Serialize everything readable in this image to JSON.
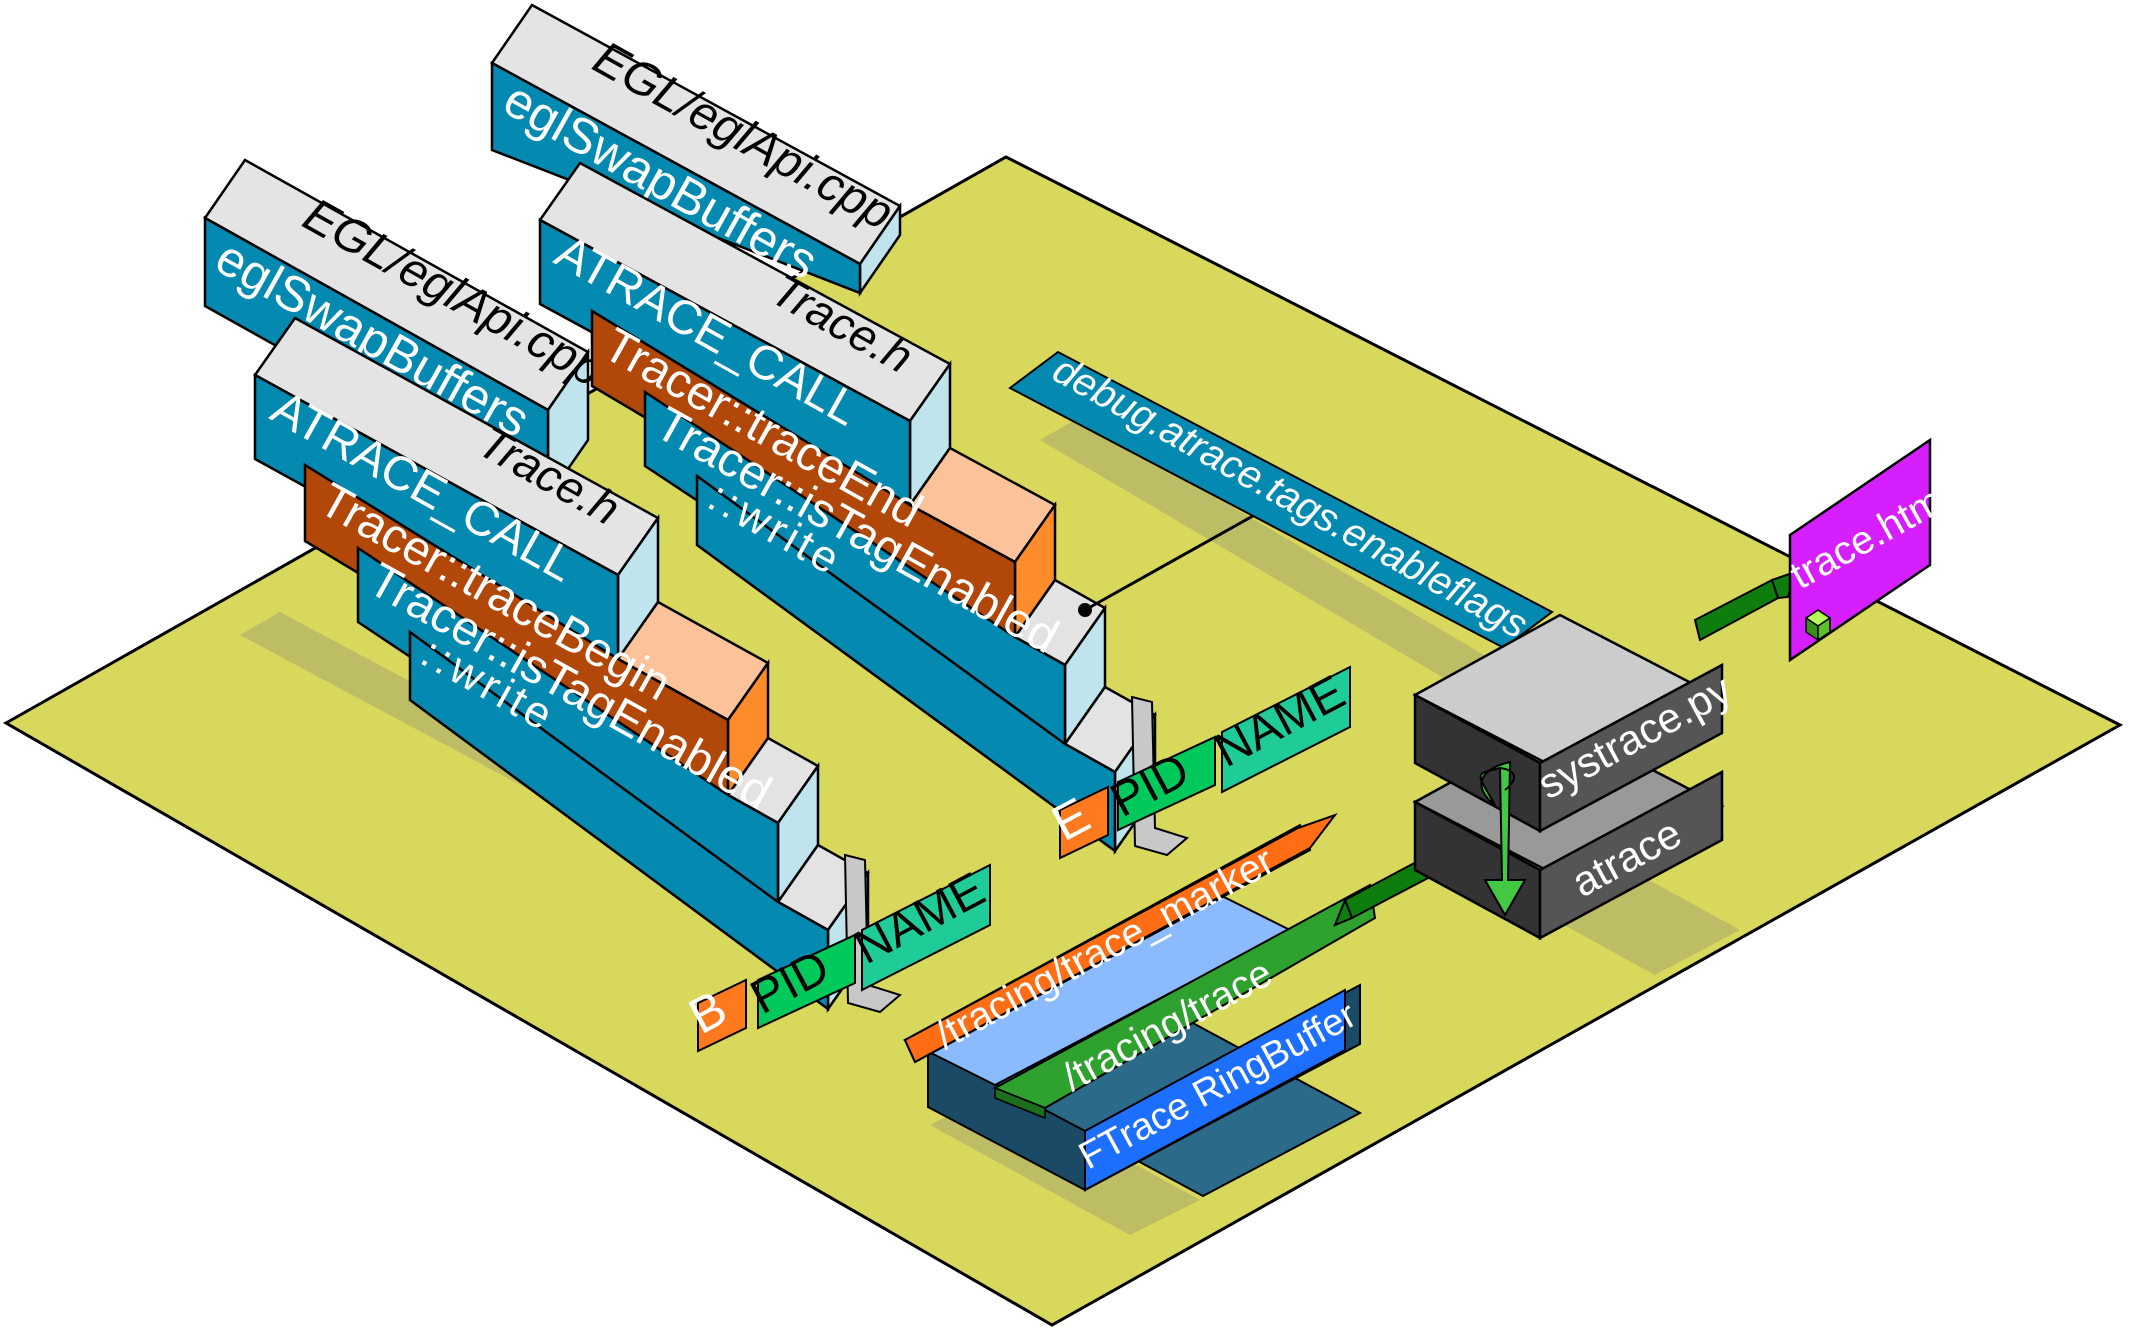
{
  "colors": {
    "floor": "#d8d85c",
    "floor_stroke": "#000000",
    "shadow": "#b4b46a",
    "frame_blue": "#0489b0",
    "frame_blue_side": "#0a5f79",
    "frame_blue_light": "#bfe4ee",
    "file_grey": "#e4e4e4",
    "file_grey_light": "#ffffff",
    "call_brown": "#b14708",
    "call_orange": "#ff8c2a",
    "call_peach": "#fcc39b",
    "step_grey": "#e3e3e3",
    "tag_orange": "#ff7a1e",
    "tag_green": "#00c95c",
    "tag_teal": "#1fcc98",
    "marker_orange": "#ff6d14",
    "trace_green": "#2fa12f",
    "ring_blue": "#1d70ff",
    "ring_light": "#8bbaff",
    "ring_dark": "#1a4a66",
    "tool_top": "#cccccc",
    "tool_front": "#555555",
    "tool_side": "#333333",
    "html_magenta": "#d51fff",
    "arrow_green": "#0e7d0e",
    "arrow_green_light": "#43c843"
  },
  "stack_left": {
    "file": "EGL/eglApi.cpp",
    "function": "eglSwapBuffers",
    "header": "Trace.h",
    "macro": "ATRACE_CALL",
    "method": "Tracer::traceBegin",
    "check": "Tracer::isTagEnabled",
    "write": "::write"
  },
  "stack_right": {
    "file": "EGL/eglApi.cpp",
    "function": "eglSwapBuffers",
    "header": "Trace.h",
    "macro": "ATRACE_CALL",
    "method": "Tracer::traceEnd",
    "check": "Tracer::isTagEnabled",
    "write": "::write"
  },
  "tags_left": {
    "type": "B",
    "pid": "PID",
    "name": "NAME"
  },
  "tags_right": {
    "type": "E",
    "pid": "PID",
    "name": "NAME"
  },
  "property": "debug.atrace.tags.enableflags",
  "buffers": {
    "marker": "/tracing/trace_marker",
    "trace": "/tracing/trace",
    "ring": "FTrace RingBuffer"
  },
  "tools": {
    "upper": "systrace.py",
    "lower": "atrace"
  },
  "output": "trace.html"
}
